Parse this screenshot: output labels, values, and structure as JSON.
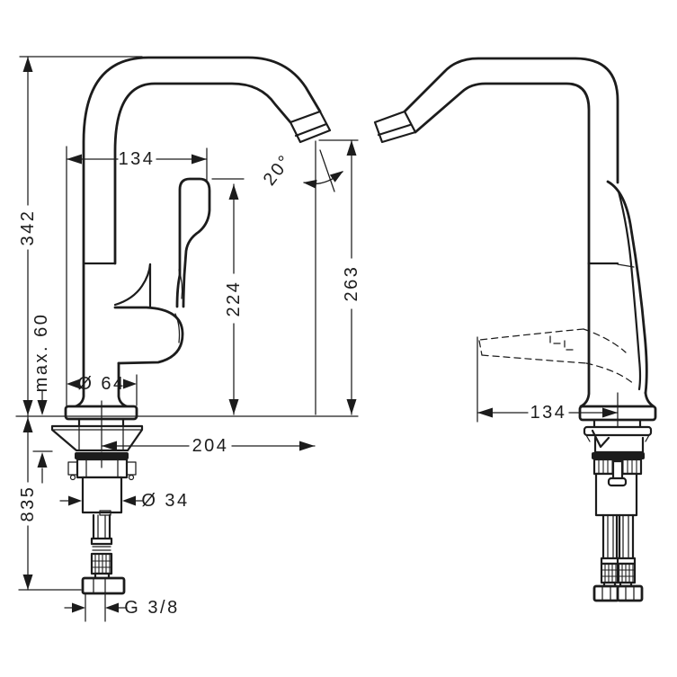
{
  "drawing": {
    "colors": {
      "background": "#ffffff",
      "ink": "#1c1c1c"
    }
  },
  "dims": {
    "total_height": "342",
    "counter_max": "max. 60",
    "below_counter": "835",
    "spout_top_offset": "134",
    "angle": "20°",
    "handle_height": "224",
    "outlet_height": "263",
    "base_dia": "Ø 64",
    "reach": "204",
    "shank_dia": "Ø 34",
    "thread": "G 3/8",
    "side_offset": "134"
  }
}
